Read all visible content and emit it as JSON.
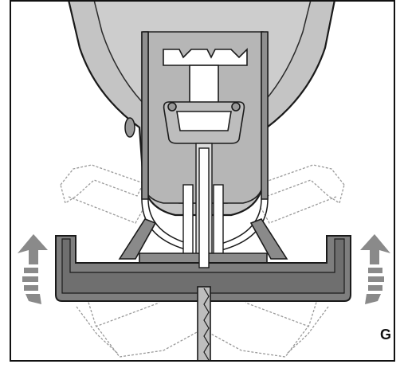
{
  "figure": {
    "panel_label": "G",
    "colors": {
      "frame": "#111111",
      "tool_housing": "#c4c4c4",
      "tool_outline": "#1a1a1a",
      "inner_body": "#b6b6b6",
      "shoe": "#7e7e7e",
      "arrow": "#8a8a8a",
      "ghost_outline": "#9a9a9a"
    },
    "icons": [
      "jigsaw-housing",
      "blade-clamp",
      "base-shoe",
      "rotate-arrow-left",
      "rotate-arrow-right",
      "saw-blade"
    ]
  }
}
